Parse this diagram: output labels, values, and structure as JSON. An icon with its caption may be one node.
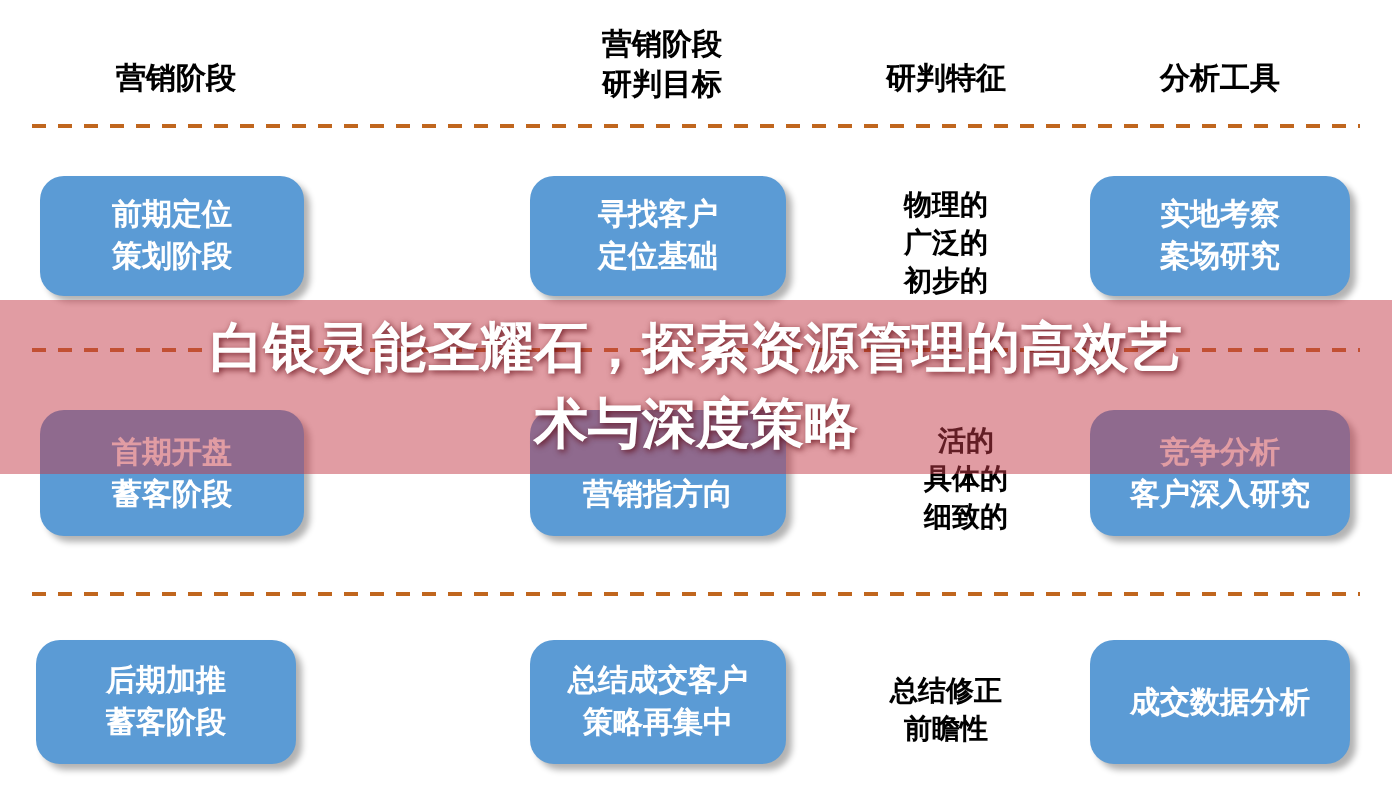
{
  "diagram": {
    "title": "白银灵能圣耀石，探索资源管理的高效艺术与深度策略",
    "nodes": [
      {
        "text": [
          "前期定位策划阶段"
        ]
      },
      {
        "text": [
          "寻找客户定位基础"
        ]
      },
      {
        "text": [
          "实地考察案场研究"
        ]
      },
      {
        "text": [
          "首期开盘蓄客阶段"
        ]
      },
      {
        "text": [
          "营销指方向"
        ]
      },
      {
        "text": [
          "竞争分析客户深入研究"
        ]
      },
      {
        "text": [
          "后期加推蓄客阶段"
        ]
      },
      {
        "text": [
          "总结成交客户策略再集中"
        ]
      },
      {
        "text": [
          "成交数据分析"
        ]
      }
    ],
    "labels": [
      "营销阶段",
      "营销阶段研判目标",
      "研判特征",
      "分析工具",
      "物理的广泛的初步的",
      "活的具体的细致的",
      "总结修正前瞻性"
    ]
  }
}
